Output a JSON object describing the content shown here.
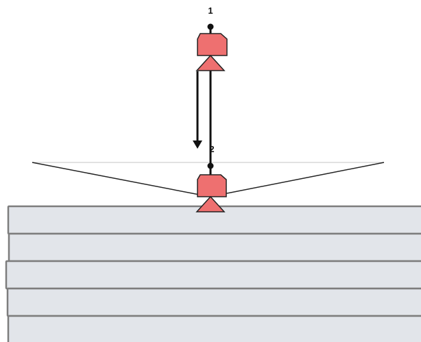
{
  "diagram": {
    "colors": {
      "camera_fill": "#EE7070",
      "camera_stroke": "#222222",
      "layer_fill": "#E2E5EA",
      "layer_stroke": "#7D7D7D",
      "line": "#111111",
      "fov_line": "#222222",
      "fov_guide": "#D9D9D9"
    },
    "positions": [
      {
        "label": "1"
      },
      {
        "label": "2"
      }
    ],
    "layer_count": 5,
    "arrow_direction": "down"
  }
}
